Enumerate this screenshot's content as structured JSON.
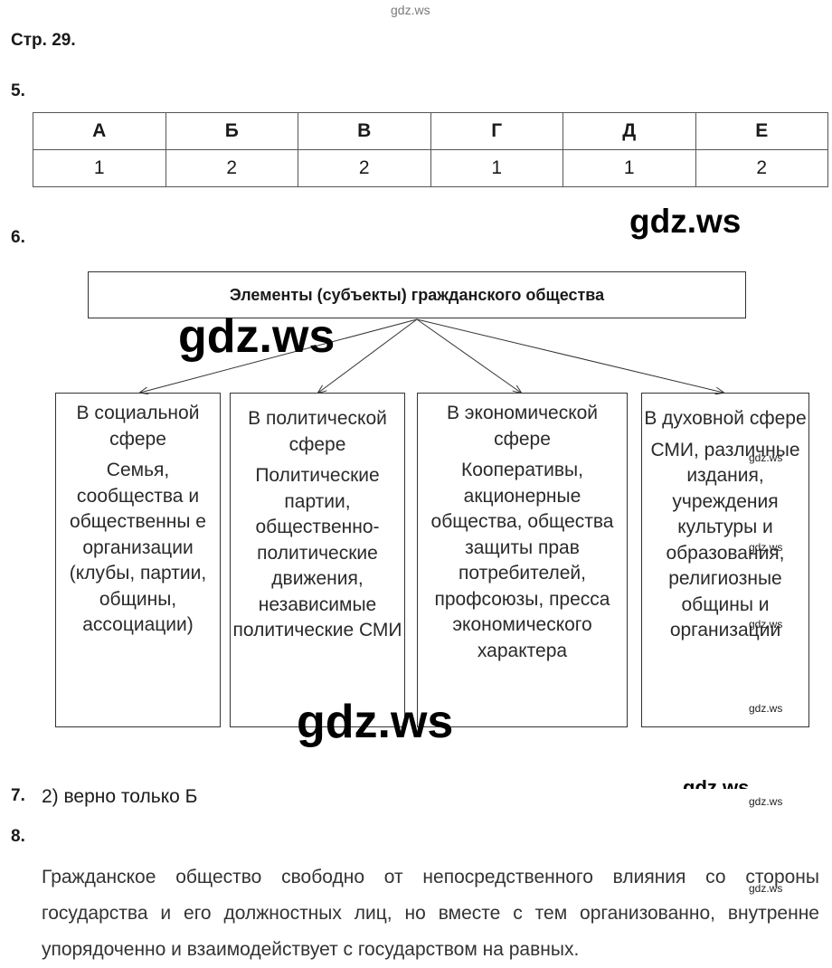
{
  "watermark_top": "gdz.ws",
  "watermark_big": "gdz.ws",
  "watermark_small": "gdz.ws",
  "page_ref": "Стр. 29.",
  "q5": {
    "number": "5.",
    "headers": [
      "А",
      "Б",
      "В",
      "Г",
      "Д",
      "Е"
    ],
    "values": [
      "1",
      "2",
      "2",
      "1",
      "1",
      "2"
    ]
  },
  "q6": {
    "number": "6.",
    "title": "Элементы (субъекты) гражданского общества",
    "boxes": [
      {
        "sphere": "В социальной сфере",
        "items": "Семья, сообщества и общественны е организации (клубы, партии, общины, ассоциации)"
      },
      {
        "sphere": "В политической сфере",
        "items": "Политические партии, общественно-политические движения, независимые политические СМИ"
      },
      {
        "sphere": "В экономической сфере",
        "items": "Кооперативы, акционерные общества, общества защиты прав потребителей, профсоюзы, пресса экономического характера"
      },
      {
        "sphere": "В духовной сфере",
        "items": "СМИ, различные издания, учреждения культуры и образования, религиозные общины и организации"
      }
    ]
  },
  "q7": {
    "number": "7.",
    "answer": "2) верно только Б"
  },
  "q8": {
    "number": "8.",
    "text": "Гражданское общество свободно от непосредственного влияния со стороны государства и его должностных лиц, но вместе с тем организованно, внутренне упорядоченно и взаимодействует с государством на равных."
  }
}
